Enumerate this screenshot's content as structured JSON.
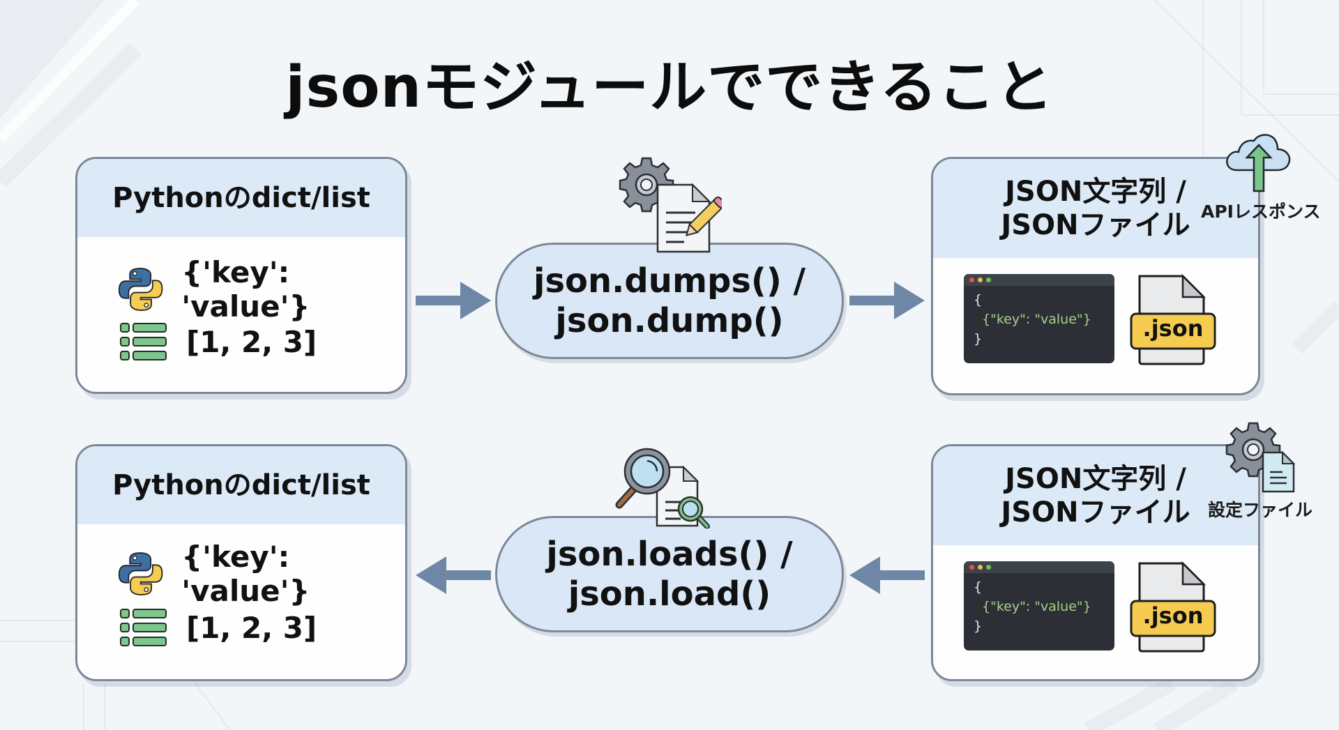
{
  "title": "jsonモジュールでできること",
  "colors": {
    "background": "#f2f6f9",
    "card_header": "#dce9f7",
    "card_border": "#7a8898",
    "pill_fill": "#d9e7f6",
    "arrow": "#6e87a6",
    "code_bg": "#2c2f36",
    "code_text": "#a9cf8c",
    "json_label": "#f6cc50"
  },
  "top_flow": {
    "source_card": {
      "header": "Pythonのdict/list",
      "dict_text": "{'key': 'value'}",
      "list_text": "[1, 2, 3]"
    },
    "operation": {
      "line1": "json.dumps() /",
      "line2": "json.dump()",
      "icon": "gear-document-pencil-icon"
    },
    "target_card": {
      "header_line1": "JSON文字列 /",
      "header_line2": "JSONファイル",
      "code_open": "{",
      "code_inner": "{\"key\": \"value\"}",
      "code_close": "}",
      "file_label": ".json",
      "badge_label": "APIレスポンス",
      "badge_icon": "cloud-upload-icon"
    }
  },
  "bottom_flow": {
    "target_card": {
      "header": "Pythonのdict/list",
      "dict_text": "{'key': 'value'}",
      "list_text": "[1, 2, 3]"
    },
    "operation": {
      "line1": "json.loads() /",
      "line2": "json.load()",
      "icon": "magnifier-document-icon"
    },
    "source_card": {
      "header_line1": "JSON文字列 /",
      "header_line2": "JSONファイル",
      "code_open": "{",
      "code_inner": "{\"key\": \"value\"}",
      "code_close": "}",
      "file_label": ".json",
      "badge_label": "設定ファイル",
      "badge_icon": "settings-file-icon"
    }
  }
}
